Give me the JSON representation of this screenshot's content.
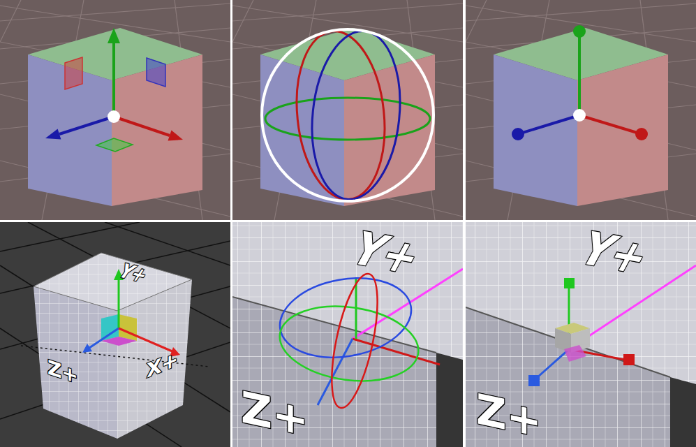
{
  "diagram": {
    "labels": [
      "Y+",
      "Z+",
      "X+",
      "Y+",
      "Z+",
      "Y+",
      "Z+"
    ]
  }
}
